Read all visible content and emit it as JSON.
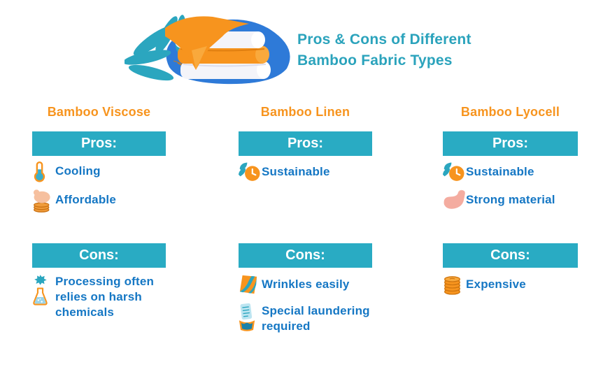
{
  "header": {
    "title_line1": "Pros & Cons of Different",
    "title_line2": "Bamboo Fabric Types",
    "illustration": "folded-bamboo-towels"
  },
  "labels": {
    "pros": "Pros:",
    "cons": "Cons:"
  },
  "columns": [
    {
      "title": "Bamboo Viscose",
      "pros": [
        {
          "icon": "thermometer-icon",
          "label": "Cooling"
        },
        {
          "icon": "hand-coins-icon",
          "label": "Affordable"
        }
      ],
      "cons": [
        {
          "icon": "chemical-flask-icon",
          "label": "Processing often relies on harsh chemicals"
        }
      ]
    },
    {
      "title": "Bamboo Linen",
      "pros": [
        {
          "icon": "leaf-clock-icon",
          "label": "Sustainable"
        }
      ],
      "cons": [
        {
          "icon": "wrinkled-fabric-icon",
          "label": "Wrinkles easily"
        },
        {
          "icon": "laundry-basin-icon",
          "label": "Special laundering required"
        }
      ]
    },
    {
      "title": "Bamboo Lyocell",
      "pros": [
        {
          "icon": "leaf-clock-icon",
          "label": "Sustainable"
        },
        {
          "icon": "strong-arm-icon",
          "label": "Strong material"
        }
      ],
      "cons": [
        {
          "icon": "coin-stack-icon",
          "label": "Expensive"
        }
      ]
    }
  ],
  "colors": {
    "heading_orange": "#F7941E",
    "banner_teal": "#29ABC3",
    "title_teal": "#2BA3BC",
    "item_blue": "#1577C4",
    "leaf_teal": "#2BA6BF",
    "blob_blue": "#2E7AD8"
  }
}
